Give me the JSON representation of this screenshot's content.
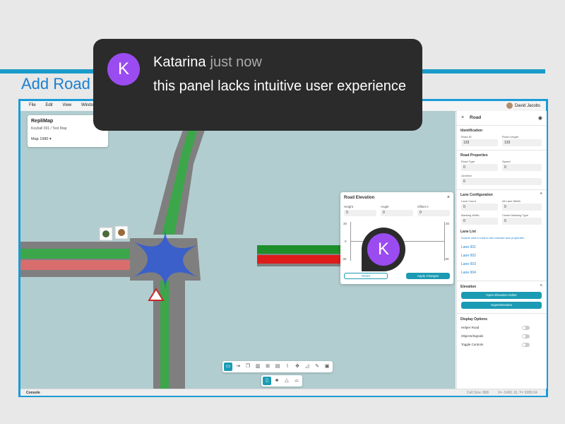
{
  "page": {
    "heading": "Add Road"
  },
  "menu": {
    "items": [
      "File",
      "Edit",
      "View",
      "Window"
    ],
    "user": "David Jacobs"
  },
  "map_card": {
    "title": "RepliMap",
    "crumb1": "Keyball 001",
    "crumb2": "Test Map",
    "selected": "Map 1980"
  },
  "road_elevation": {
    "title": "Road Elevation",
    "height_label": "Height",
    "height_value": "0",
    "angle_label": "Angle",
    "angle_value": "0",
    "offset_label": "Offset A",
    "offset_value": "0",
    "axis_top": "30",
    "axis_mid": "0",
    "axis_bottom": "-30",
    "axis_right_top": "30",
    "axis_right_bottom": "-30",
    "reset_label": "Reset",
    "apply_label": "Apply Changes"
  },
  "right_panel": {
    "title": "Road",
    "identification": "Identification",
    "road_id_label": "Road ID",
    "road_id_value": "133",
    "road_length_label": "Road Length",
    "road_length_value": "133",
    "road_properties": "Road Properties",
    "road_type_label": "Road Type",
    "road_type_value": "0",
    "speed_label": "Speed",
    "speed_value": "0",
    "junction_label": "Junction",
    "junction_value": "0",
    "lane_config": "Lane Configuration",
    "lane_count_label": "Lane Count",
    "lane_count_value": "0",
    "all_lane_width_label": "All Lane Width",
    "all_lane_width_value": "0",
    "marking_width_label": "Marking Width",
    "marking_width_value": "0",
    "center_marking_label": "Center Marking Type",
    "center_marking_value": "0",
    "lane_list": "Lane List",
    "lane_hint": "Double click a road to see relevant lane properties",
    "lanes": [
      "Lane 001",
      "Lane 002",
      "Lane 003",
      "Lane 004"
    ],
    "elevation": "Elevation",
    "open_elev_btn": "Open Elevation Editor",
    "superelev_btn": "Superelevation",
    "display_options": "Display Options",
    "toggle1": "Helper Road",
    "toggle2": "Objects/Signals",
    "toggle3": "Toggle Controls"
  },
  "statusbar": {
    "left": "Console",
    "cell": "Cell Size: 888",
    "coords": "X= -5491.16, Y= 9289.04"
  },
  "comment": {
    "initial": "K",
    "name": "Katarina",
    "time": "just now",
    "body": "this panel lacks intuitive user experience"
  },
  "colors": {
    "accent": "#1a9bb3",
    "frame": "#1a9bd7",
    "avatar": "#9b4cf0",
    "bubble": "#2b2b2b",
    "road": "#808080",
    "green_lane": "#3ca64a",
    "red_lane": "#d96d6d",
    "junction": "#2f5bd6"
  }
}
